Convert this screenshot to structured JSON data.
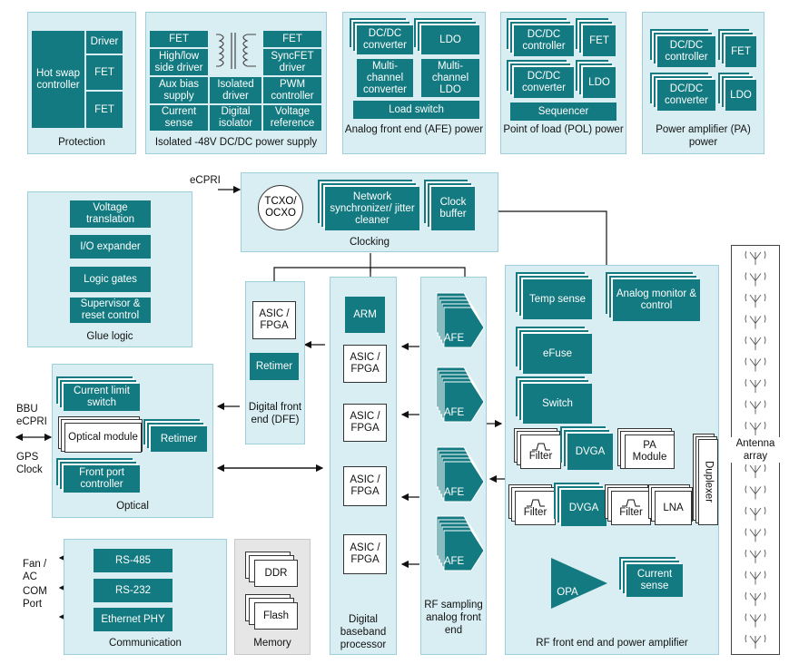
{
  "protection": {
    "hotswap": "Hot swap controller",
    "driver": "Driver",
    "fet1": "FET",
    "fet2": "FET",
    "title": "Protection"
  },
  "isolated": {
    "fet_l": "FET",
    "highlow": "High/low side driver",
    "aux": "Aux bias supply",
    "iso_driver": "Isolated driver",
    "current": "Current sense",
    "digiso": "Digital isolator",
    "fet_r": "FET",
    "syncfet": "SyncFET driver",
    "pwm": "PWM controller",
    "vref": "Voltage reference",
    "title": "Isolated -48V DC/DC power supply"
  },
  "afe_power": {
    "dcdc": "DC/DC converter",
    "ldo": "LDO",
    "multi_conv": "Multi-channel converter",
    "multi_ldo": "Multi-channel LDO",
    "load_switch": "Load switch",
    "title": "Analog front end (AFE) power"
  },
  "pol": {
    "dcdc_ctrl": "DC/DC controller",
    "fet": "FET",
    "dcdc_conv": "DC/DC converter",
    "ldo": "LDO",
    "sequencer": "Sequencer",
    "title": "Point of load (POL) power"
  },
  "pa_power": {
    "dcdc_ctrl": "DC/DC controller",
    "fet": "FET",
    "dcdc_conv": "DC/DC converter",
    "ldo": "LDO",
    "title": "Power amplifier (PA) power"
  },
  "ext": {
    "ecpri": "eCPRI",
    "bbu": "BBU eCPRI",
    "gps": "GPS Clock",
    "fan": "Fan / AC",
    "com": "COM Port"
  },
  "clocking": {
    "tcxo": "TCXO/ OCXO",
    "netsync": "Network synchronizer/ jitter cleaner",
    "clkbuf": "Clock buffer",
    "title": "Clocking"
  },
  "glue": {
    "volt": "Voltage translation",
    "io": "I/O expander",
    "logic": "Logic gates",
    "sup": "Supervisor & reset control",
    "title": "Glue logic"
  },
  "optical": {
    "curlim": "Current limit switch",
    "optmod": "Optical module",
    "retimer": "Retimer",
    "frontport": "Front port controller",
    "title": "Optical"
  },
  "comm": {
    "rs485": "RS-485",
    "rs232": "RS-232",
    "eth": "Ethernet PHY",
    "title": "Communication"
  },
  "memory": {
    "ddr": "DDR",
    "flash": "Flash",
    "title": "Memory"
  },
  "dfe": {
    "asic": "ASIC / FPGA",
    "retimer": "Retimer",
    "title": "Digital front end (DFE)"
  },
  "dbp": {
    "arm": "ARM",
    "asic1": "ASIC / FPGA",
    "asic2": "ASIC / FPGA",
    "asic3": "ASIC / FPGA",
    "asic4": "ASIC / FPGA",
    "title": "Digital baseband processor"
  },
  "rfs": {
    "afe": "AFE",
    "title": "RF sampling analog front end"
  },
  "rffe": {
    "temp": "Temp sense",
    "monitor": "Analog monitor & control",
    "efuse": "eFuse",
    "switch": "Switch",
    "filter": "Filter",
    "dvga": "DVGA",
    "pa": "PA Module",
    "duplexer": "Duplexer",
    "lna": "LNA",
    "opa": "OPA",
    "cursense": "Current sense",
    "title": "RF front end and power amplifier"
  },
  "antenna": {
    "title": "Antenna array",
    "count": 19
  }
}
